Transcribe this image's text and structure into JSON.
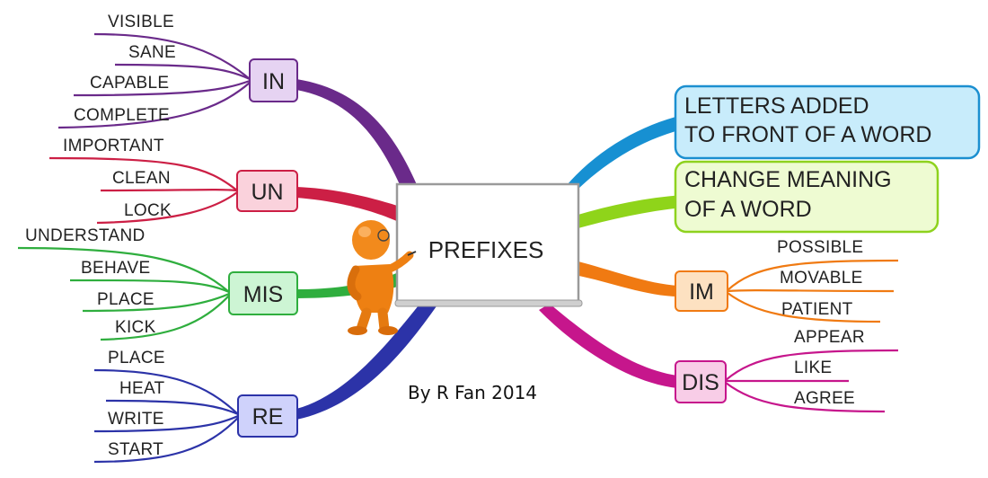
{
  "center": {
    "label": "PREFIXES"
  },
  "credit": "By R Fan 2014",
  "callouts": [
    {
      "line1": "LETTERS ADDED",
      "line2": "TO FRONT OF A WORD",
      "fill": "#c8ecfb",
      "stroke": "#1b8fd0",
      "branch": "#1790d2"
    },
    {
      "line1": "CHANGE MEANING",
      "line2": "OF A WORD",
      "fill": "#eefbd2",
      "stroke": "#8ed21e",
      "branch": "#8fd41a"
    }
  ],
  "prefixes": {
    "in": {
      "label": "IN",
      "color": "#6a2a8a",
      "fill": "#e6d3f2",
      "words": [
        "VISIBLE",
        "SANE",
        "CAPABLE",
        "COMPLETE"
      ]
    },
    "un": {
      "label": "UN",
      "color": "#cc1f45",
      "fill": "#fad2dc",
      "words": [
        "IMPORTANT",
        "CLEAN",
        "LOCK"
      ]
    },
    "mis": {
      "label": "MIS",
      "color": "#2fae3e",
      "fill": "#cdf5d4",
      "words": [
        "UNDERSTAND",
        "BEHAVE",
        "PLACE",
        "KICK"
      ]
    },
    "re": {
      "label": "RE",
      "color": "#2c33a8",
      "fill": "#cfd2fb",
      "words": [
        "PLACE",
        "HEAT",
        "WRITE",
        "START"
      ]
    },
    "im": {
      "label": "IM",
      "color": "#f07a12",
      "fill": "#fde1c1",
      "words": [
        "POSSIBLE",
        "MOVABLE",
        "PATIENT"
      ]
    },
    "dis": {
      "label": "DIS",
      "color": "#c6168c",
      "fill": "#f8cde7",
      "words": [
        "APPEAR",
        "LIKE",
        "AGREE"
      ]
    }
  }
}
